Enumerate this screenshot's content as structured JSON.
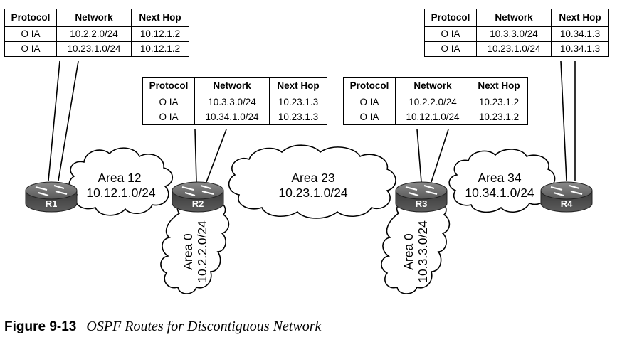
{
  "tables": [
    {
      "id": "r1",
      "headers": [
        "Protocol",
        "Network",
        "Next Hop"
      ],
      "rows": [
        [
          "O IA",
          "10.2.2.0/24",
          "10.12.1.2"
        ],
        [
          "O IA",
          "10.23.1.0/24",
          "10.12.1.2"
        ]
      ]
    },
    {
      "id": "r2",
      "headers": [
        "Protocol",
        "Network",
        "Next Hop"
      ],
      "rows": [
        [
          "O IA",
          "10.3.3.0/24",
          "10.23.1.3"
        ],
        [
          "O IA",
          "10.34.1.0/24",
          "10.23.1.3"
        ]
      ]
    },
    {
      "id": "r3",
      "headers": [
        "Protocol",
        "Network",
        "Next Hop"
      ],
      "rows": [
        [
          "O IA",
          "10.2.2.0/24",
          "10.23.1.2"
        ],
        [
          "O IA",
          "10.12.1.0/24",
          "10.23.1.2"
        ]
      ]
    },
    {
      "id": "r4",
      "headers": [
        "Protocol",
        "Network",
        "Next Hop"
      ],
      "rows": [
        [
          "O IA",
          "10.3.3.0/24",
          "10.34.1.3"
        ],
        [
          "O IA",
          "10.23.1.0/24",
          "10.34.1.3"
        ]
      ]
    }
  ],
  "routers": [
    "R1",
    "R2",
    "R3",
    "R4"
  ],
  "clouds": {
    "area12": {
      "name": "Area 12",
      "net": "10.12.1.0/24"
    },
    "area23": {
      "name": "Area 23",
      "net": "10.23.1.0/24"
    },
    "area34": {
      "name": "Area 34",
      "net": "10.34.1.0/24"
    },
    "area0_left": {
      "name": "Area 0",
      "net": "10.2.2.0/24"
    },
    "area0_right": {
      "name": "Area 0",
      "net": "10.3.3.0/24"
    }
  },
  "caption": {
    "number": "Figure 9-13",
    "title": "OSPF Routes for Discontiguous Network"
  },
  "colors": {
    "router_body": "#4a4a4a",
    "router_top": "#6a6a6a",
    "line": "#000000"
  }
}
